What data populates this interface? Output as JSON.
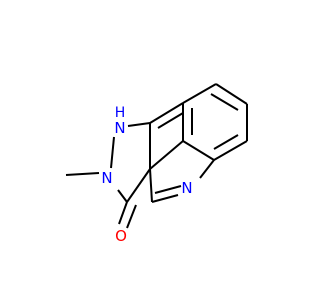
{
  "molecule": {
    "colors": {
      "bond": "#000000",
      "nitrogen": "#0000ff",
      "oxygen": "#ff0000",
      "background": "#ffffff"
    },
    "atoms": {
      "nh_n": "N",
      "nh_h": "H",
      "n_methyl": "N",
      "n_ring": "N",
      "o_carbonyl": "O"
    }
  }
}
